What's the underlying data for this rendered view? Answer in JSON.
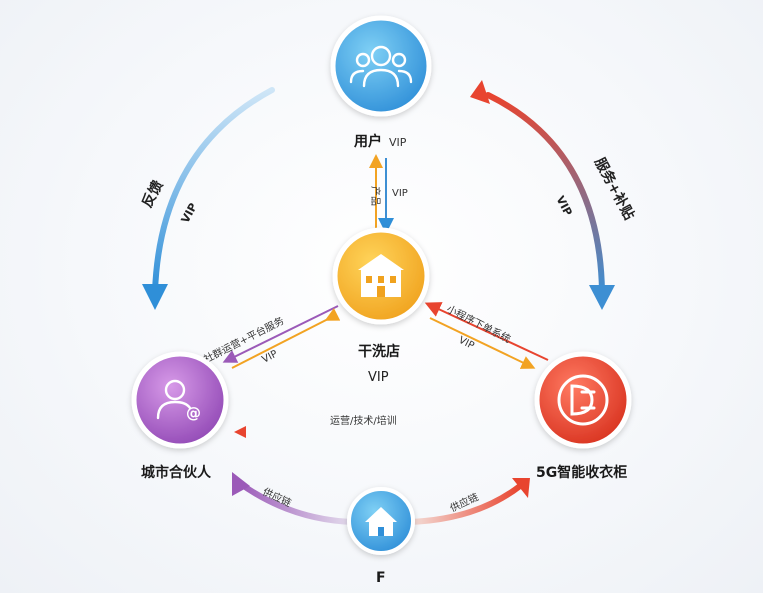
{
  "nodes": {
    "user": {
      "label": "用户",
      "sub": "VIP"
    },
    "dry_cleaner": {
      "label": "干洗店",
      "sub": "VIP"
    },
    "city_partner": {
      "label": "城市合伙人"
    },
    "cabinet": {
      "label": "5G智能收衣柜"
    },
    "factory": {
      "label": "F"
    }
  },
  "edges": {
    "feedback": "反馈",
    "feedback_vip": "VIP",
    "service_subsidy": "服务+补贴",
    "service_vip": "VIP",
    "product": "产品",
    "product_vip": "VIP",
    "community_ops": "社群运营+平台服务",
    "community_vip": "VIP",
    "mini_program": "小程序下单系统",
    "mini_vip": "VIP",
    "ops_training": "运营/技术/培训",
    "supply_left": "供应链",
    "supply_right": "供应链"
  },
  "colors": {
    "blue": "#3d8fd3",
    "red": "#e8442f",
    "orange": "#f2a323",
    "purple": "#9b5ab8",
    "text": "#1a1a1a"
  }
}
